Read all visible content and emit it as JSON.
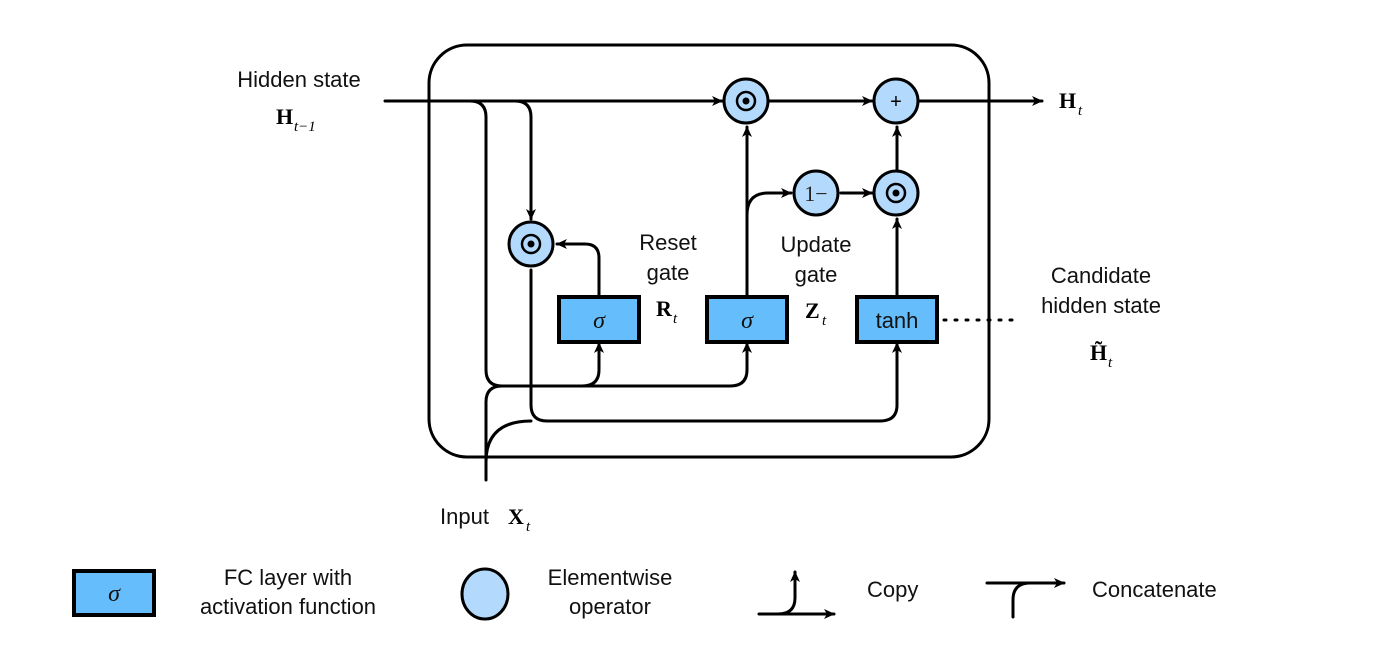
{
  "diagram": {
    "title": "Gated Recurrent Unit (GRU) cell",
    "labels": {
      "hidden_state_title": "Hidden state",
      "hidden_state_symbol": "H",
      "hidden_state_sub": "t−1",
      "output_symbol": "H",
      "output_sub": "t",
      "input_prefix": "Input",
      "input_symbol": "X",
      "input_sub": "t",
      "reset_line1": "Reset",
      "reset_line2": "gate",
      "reset_symbol": "R",
      "reset_sub": "t",
      "update_line1": "Update",
      "update_line2": "gate",
      "update_symbol": "Z",
      "update_sub": "t",
      "candidate_line1": "Candidate",
      "candidate_line2": "hidden state",
      "candidate_symbol": "H̃",
      "candidate_sub": "t"
    },
    "layers": [
      {
        "id": "reset-layer",
        "label": "σ"
      },
      {
        "id": "update-layer",
        "label": "σ"
      },
      {
        "id": "candidate-layer",
        "label": "tanh"
      }
    ],
    "operators": [
      {
        "id": "reset-multiply",
        "symbol": "⊙"
      },
      {
        "id": "top-multiply",
        "symbol": "⊙"
      },
      {
        "id": "sum",
        "symbol": "+"
      },
      {
        "id": "one-minus",
        "symbol": "1−"
      },
      {
        "id": "candidate-multiply",
        "symbol": "⊙"
      }
    ],
    "colors": {
      "layer_fill": "#65bdfb",
      "operator_fill": "#b3d9fc",
      "stroke": "#000000"
    }
  },
  "legend": {
    "fc_symbol": "σ",
    "fc_line1": "FC layer with",
    "fc_line2": "activation function",
    "op_line1": "Elementwise",
    "op_line2": "operator",
    "copy_label": "Copy",
    "concat_label": "Concatenate"
  }
}
